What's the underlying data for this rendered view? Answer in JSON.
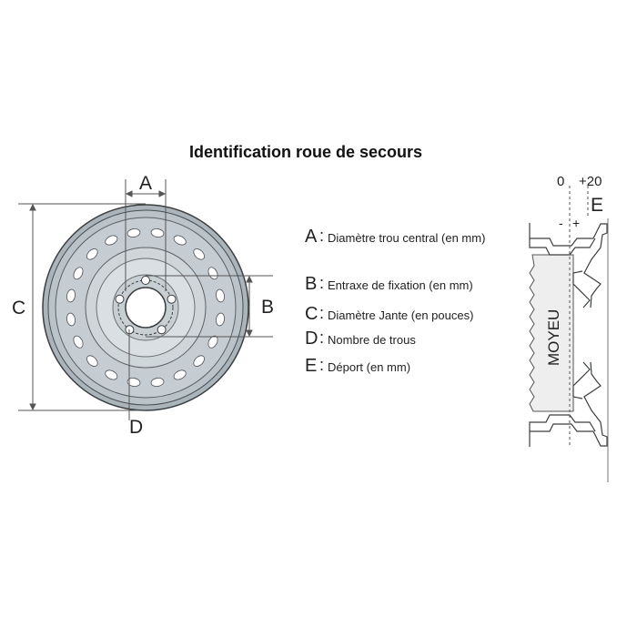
{
  "title": "Identification roue de secours",
  "dimension_letters": {
    "a": "A",
    "b": "B",
    "c": "C",
    "d": "D",
    "e": "E"
  },
  "legend": [
    {
      "key": "A",
      "text": "Diamètre trou central (en mm)"
    },
    {
      "key": "B",
      "text": "Entraxe de fixation (en mm)"
    },
    {
      "key": "C",
      "text": "Diamètre Jante (en pouces)"
    },
    {
      "key": "D",
      "text": "Nombre de trous"
    },
    {
      "key": "E",
      "text": "Déport (en mm)"
    }
  ],
  "offset_diagram": {
    "zero_label": "0",
    "plus_twenty_label": "+20",
    "minus_sign": "-",
    "plus_sign": "+",
    "hub_label": "MOYEU"
  },
  "colors": {
    "wheel_outer": "#a9b4bb",
    "wheel_mid": "#c3ccd1",
    "wheel_light": "#dfe5e8",
    "stroke": "#3b3f42",
    "hub_fill": "#eeeeee"
  }
}
